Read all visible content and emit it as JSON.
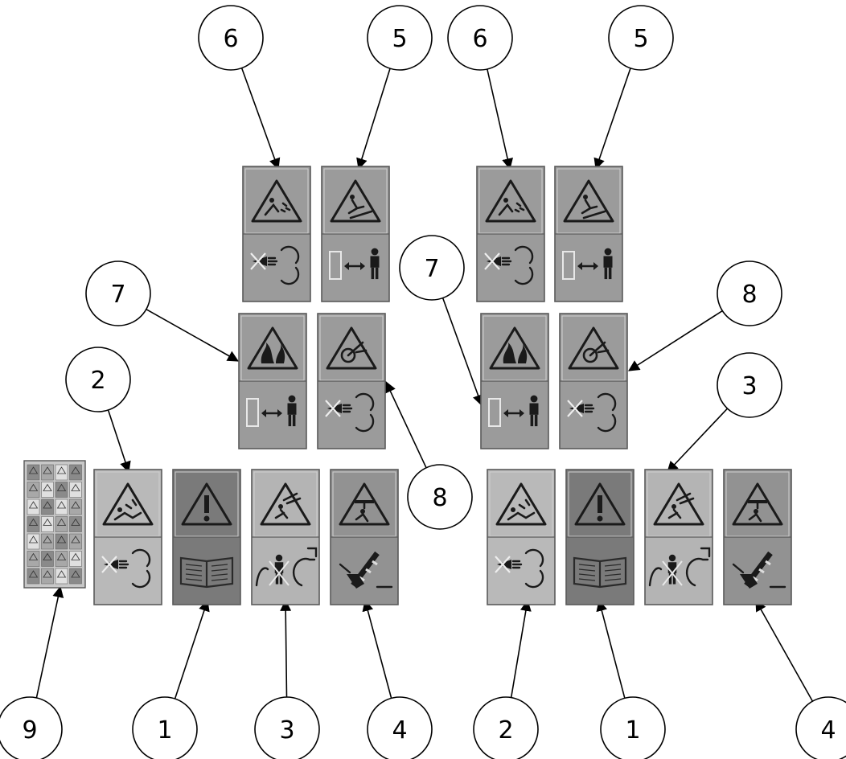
{
  "callouts": [
    {
      "id": "callout-6-left",
      "label": "6"
    },
    {
      "id": "callout-5-left",
      "label": "5"
    },
    {
      "id": "callout-6-right",
      "label": "6"
    },
    {
      "id": "callout-5-right",
      "label": "5"
    },
    {
      "id": "callout-7-left",
      "label": "7"
    },
    {
      "id": "callout-7-right",
      "label": "7"
    },
    {
      "id": "callout-8-right",
      "label": "8"
    },
    {
      "id": "callout-2-left",
      "label": "2"
    },
    {
      "id": "callout-3-right",
      "label": "3"
    },
    {
      "id": "callout-8-middle",
      "label": "8"
    },
    {
      "id": "callout-9",
      "label": "9"
    },
    {
      "id": "callout-1-left",
      "label": "1"
    },
    {
      "id": "callout-3-bottom",
      "label": "3"
    },
    {
      "id": "callout-4-left",
      "label": "4"
    },
    {
      "id": "callout-2-right",
      "label": "2"
    },
    {
      "id": "callout-1-right",
      "label": "1"
    },
    {
      "id": "callout-4-right",
      "label": "4"
    }
  ],
  "decals": [
    {
      "id": "decal-6-left",
      "top_icon": "falling-debris-icon",
      "bottom_icon": "rotating-spray-icon",
      "shade": "#9b9b9b"
    },
    {
      "id": "decal-5-left",
      "top_icon": "slip-fall-icon",
      "bottom_icon": "keep-distance-icon",
      "shade": "#9b9b9b"
    },
    {
      "id": "decal-6-right",
      "top_icon": "falling-debris-icon",
      "bottom_icon": "rotating-spray-icon",
      "shade": "#9b9b9b"
    },
    {
      "id": "decal-5-right",
      "top_icon": "slip-fall-icon",
      "bottom_icon": "keep-distance-icon",
      "shade": "#9b9b9b"
    },
    {
      "id": "decal-7-left",
      "top_icon": "hot-surface-icon",
      "bottom_icon": "keep-distance-icon",
      "shade": "#9b9b9b"
    },
    {
      "id": "decal-8-left",
      "top_icon": "entanglement-icon",
      "bottom_icon": "rotating-spray-icon",
      "shade": "#9b9b9b"
    },
    {
      "id": "decal-7-right",
      "top_icon": "hot-surface-icon",
      "bottom_icon": "keep-distance-icon",
      "shade": "#9b9b9b"
    },
    {
      "id": "decal-8-right",
      "top_icon": "entanglement-icon",
      "bottom_icon": "rotating-spray-icon",
      "shade": "#9b9b9b"
    },
    {
      "id": "decal-2-left",
      "top_icon": "thrown-object-icon",
      "bottom_icon": "rotating-spray-icon",
      "shade": "#b9b9b9"
    },
    {
      "id": "decal-1-left",
      "top_icon": "warning-exclamation-icon",
      "bottom_icon": "read-manual-icon",
      "shade": "#7a7a7a"
    },
    {
      "id": "decal-3-left",
      "top_icon": "crush-hazard-icon",
      "bottom_icon": "stay-clear-icon",
      "shade": "#b4b4b4"
    },
    {
      "id": "decal-4-left",
      "top_icon": "overhead-crush-icon",
      "bottom_icon": "support-lock-icon",
      "shade": "#929292"
    },
    {
      "id": "decal-2-right",
      "top_icon": "thrown-object-icon",
      "bottom_icon": "rotating-spray-icon",
      "shade": "#b9b9b9"
    },
    {
      "id": "decal-1-right",
      "top_icon": "warning-exclamation-icon",
      "bottom_icon": "read-manual-icon",
      "shade": "#7a7a7a"
    },
    {
      "id": "decal-3-right",
      "top_icon": "crush-hazard-icon",
      "bottom_icon": "stay-clear-icon",
      "shade": "#b4b4b4"
    },
    {
      "id": "decal-4-right",
      "top_icon": "overhead-crush-icon",
      "bottom_icon": "support-lock-icon",
      "shade": "#929292"
    }
  ],
  "decal_sheet": {
    "id": "decal-sheet-9",
    "icon": "decal-sheet-icon"
  },
  "colors": {
    "line": "#000000",
    "decal_border": "#5a5a5a",
    "icon_dark": "#1a1a1a",
    "background": "#ffffff"
  }
}
